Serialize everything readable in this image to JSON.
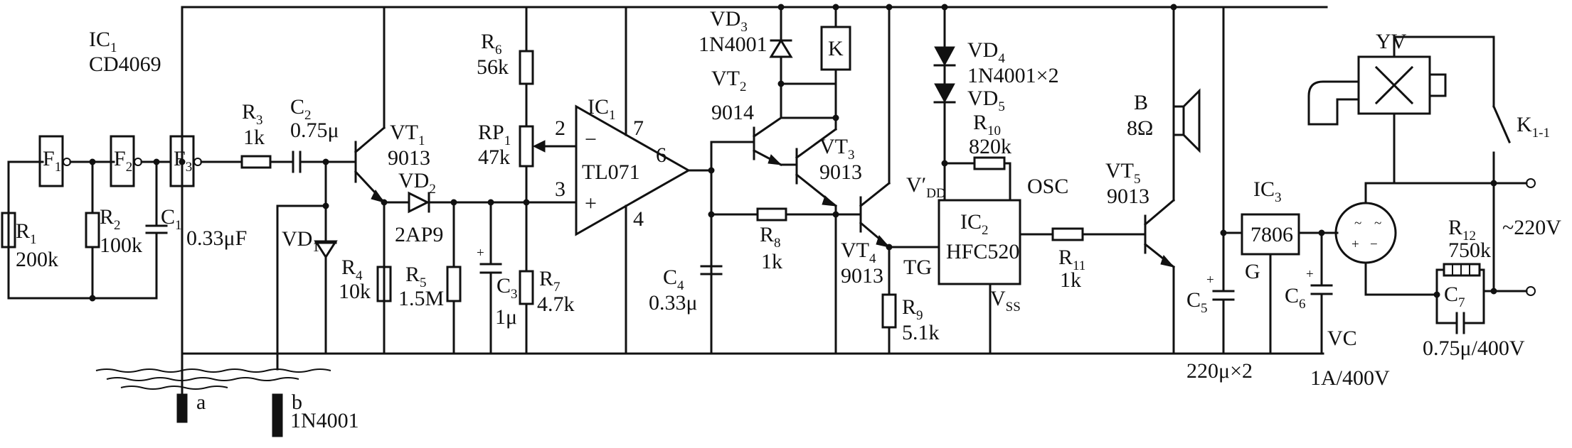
{
  "labels": {
    "ic1_top": "IC",
    "ic1_top_sub": "1",
    "cd4069": "CD4069",
    "f1": "F",
    "f1_sub": "1",
    "f2": "F",
    "f2_sub": "2",
    "f3": "F",
    "f3_sub": "3",
    "r1": "R",
    "r1_sub": "1",
    "r1_val": "200k",
    "r2": "R",
    "r2_sub": "2",
    "r2_val": "100k",
    "c1": "C",
    "c1_sub": "1",
    "c_033": "0.33μF",
    "r3": "R",
    "r3_sub": "3",
    "r3_val": "1k",
    "c2": "C",
    "c2_sub": "2",
    "c2_val": "0.75μ",
    "vt1": "VT",
    "vt1_sub": "1",
    "vt1_val": "9013",
    "vd1": "VD",
    "vd1_sub": "1",
    "r4": "R",
    "r4_sub": "4",
    "r4_val": "10k",
    "vd2": "VD",
    "vd2_sub": "2",
    "vd2_val": "2AP9",
    "r5": "R",
    "r5_sub": "5",
    "r5_val": "1.5M",
    "c3": "C",
    "c3_sub": "3",
    "c3_val": "1μ",
    "r6": "R",
    "r6_sub": "6",
    "r6_val": "56k",
    "rp1": "RP",
    "rp1_sub": "1",
    "rp1_val": "47k",
    "r7": "R",
    "r7_sub": "7",
    "r7_val": "4.7k",
    "ic1": "IC",
    "ic1_sub": "1",
    "tl071": "TL071",
    "pin2": "2",
    "pin3": "3",
    "pin7": "7",
    "pin4": "4",
    "pin6": "6",
    "minus": "−",
    "plus": "+",
    "vd3": "VD",
    "vd3_sub": "3",
    "vd3_val": "1N4001",
    "k": "K",
    "vt2": "VT",
    "vt2_sub": "2",
    "vt2_val": "9014",
    "vt3": "VT",
    "vt3_sub": "3",
    "vt3_val": "9013",
    "r8": "R",
    "r8_sub": "8",
    "r8_val": "1k",
    "c4": "C",
    "c4_sub": "4",
    "c4_val": "0.33μ",
    "vt4": "VT",
    "vt4_sub": "4",
    "vt4_val": "9013",
    "r9": "R",
    "r9_sub": "9",
    "r9_val": "5.1k",
    "vd4": "VD",
    "vd4_sub": "4",
    "vd4_val": "1N4001×2",
    "vd5": "VD",
    "vd5_sub": "5",
    "r10": "R",
    "r10_sub": "10",
    "r10_val": "820k",
    "vdd": "V′",
    "vdd_sub": "DD",
    "osc": "OSC",
    "ic2": "IC",
    "ic2_sub": "2",
    "hfc520": "HFC520",
    "tg": "TG",
    "vss": "V",
    "vss_sub": "SS",
    "r11": "R",
    "r11_sub": "11",
    "r11_val": "1k",
    "b": "B",
    "b_val": "8Ω",
    "vt5": "VT",
    "vt5_sub": "5",
    "vt5_val": "9013",
    "c5": "C",
    "c5_sub": "5",
    "c5c6_val": "220μ×2",
    "ic3": "IC",
    "ic3_sub": "3",
    "ic3_val": "7806",
    "g": "G",
    "c6": "C",
    "c6_sub": "6",
    "vc": "VC",
    "bridge_val": "1A/400V",
    "yv": "YV",
    "k11": "K",
    "k11_sub": "1-1",
    "ac": "~220V",
    "r12": "R",
    "r12_sub": "12",
    "r12_val": "750k",
    "c7": "C",
    "c7_sub": "7",
    "c7_val": "0.75μ/400V",
    "probe_a": "a",
    "probe_b": "b",
    "vd1_val": "1N4001"
  }
}
